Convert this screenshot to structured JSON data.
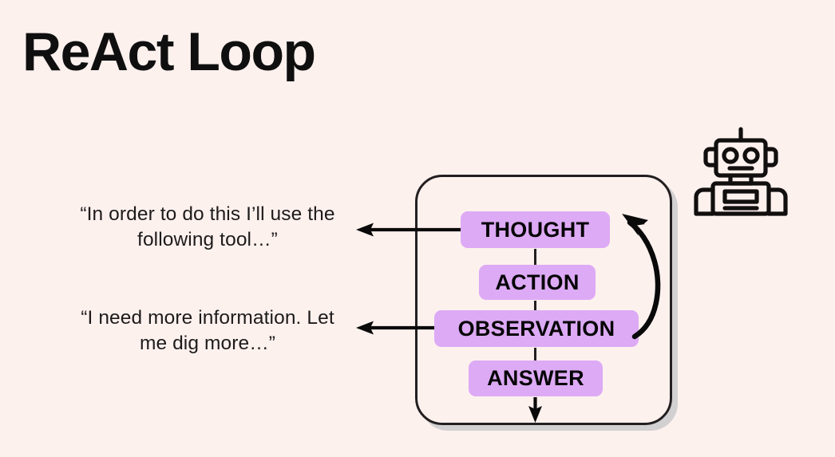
{
  "slide": {
    "title": "ReAct Loop",
    "background_color": "#fdf1ee",
    "text_color": "#100f0f",
    "accent_color": "#ddaaf5",
    "line_color": "#231f20",
    "shadow_color": "#d2d0d1"
  },
  "quotes": [
    {
      "id": "thought-quote",
      "text": "“In order to do this I’ll use the following tool…”",
      "points_to": "THOUGHT"
    },
    {
      "id": "observation-quote",
      "text": "“I need more information. Let me dig more…”",
      "points_to": "OBSERVATION"
    }
  ],
  "loop": {
    "steps": [
      {
        "label": "THOUGHT",
        "has_outgoing_arrow": true
      },
      {
        "label": "ACTION",
        "has_outgoing_arrow": false
      },
      {
        "label": "OBSERVATION",
        "has_outgoing_arrow": true
      },
      {
        "label": "ANSWER",
        "has_outgoing_arrow": false
      }
    ],
    "feedback_arrow": {
      "from": "OBSERVATION",
      "to": "THOUGHT",
      "style": "curved"
    },
    "exit_arrow": {
      "from": "ANSWER",
      "direction": "down"
    }
  },
  "icons": {
    "robot": "robot-icon"
  }
}
